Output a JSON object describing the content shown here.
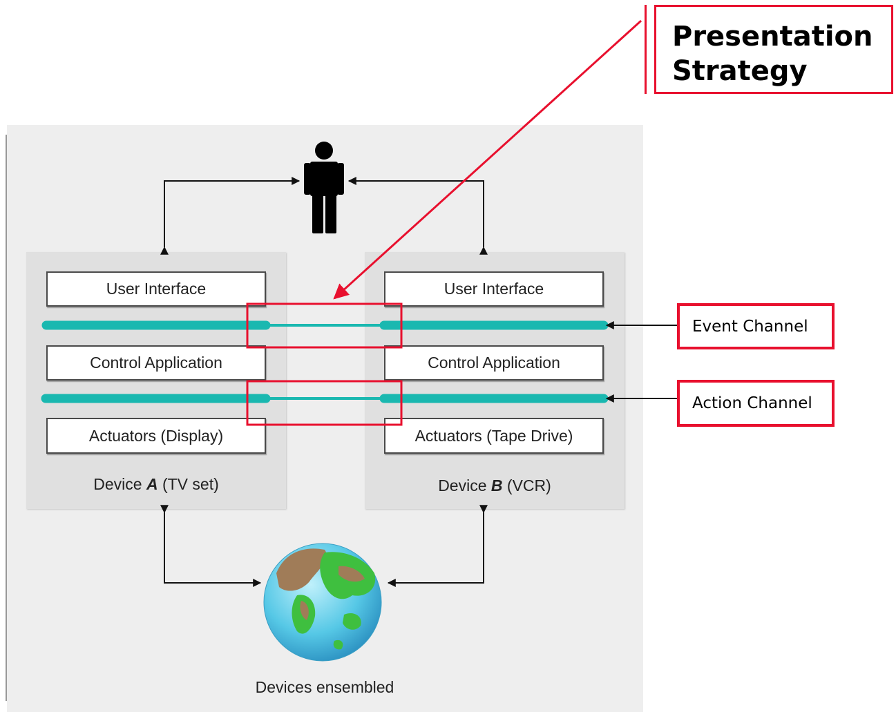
{
  "title": "Presentation Strategy",
  "device_a": {
    "layers": [
      "User Interface",
      "Control Application",
      "Actuators (Display)"
    ],
    "label_prefix": "Device ",
    "label_letter": "A",
    "label_suffix": " (TV set)"
  },
  "device_b": {
    "layers": [
      "User Interface",
      "Control Application",
      "Actuators (Tape Drive)"
    ],
    "label_prefix": "Device ",
    "label_letter": "B",
    "label_suffix": " (VCR)"
  },
  "channels": {
    "event": "Event Channel",
    "action": "Action Channel"
  },
  "footer": "Devices ensembled",
  "icons": [
    "person-icon",
    "globe-icon"
  ],
  "colors": {
    "highlight": "#e8102e",
    "channel": "#1ab8b0",
    "device_bg": "#e0e0e0",
    "panel_bg": "#eeeeee"
  }
}
